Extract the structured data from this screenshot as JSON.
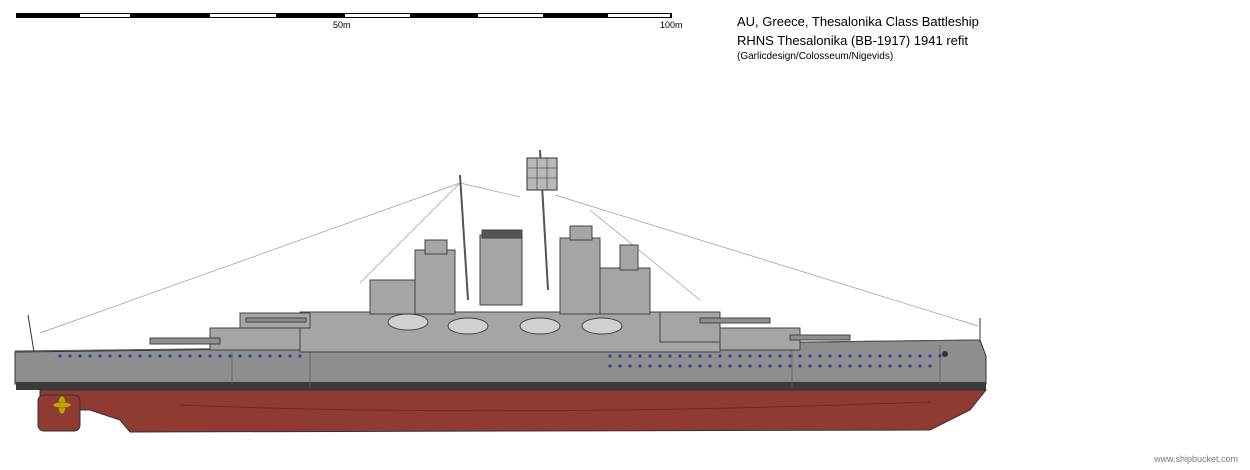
{
  "title": {
    "line1": "AU, Greece, Thesalonika Class Battleship",
    "line2": "RHNS Thesalonika (BB-1917) 1941 refit",
    "line3": "(Garlicdesign/Colosseum/Nigevids)"
  },
  "scale": {
    "mid_label": "50m",
    "end_label": "100m"
  },
  "watermark": "www.shipbucket.com",
  "colors": {
    "hull_grey": "#8e8e8e",
    "superstructure_grey": "#a5a5a5",
    "boot_topping": "#3a3a3a",
    "antifouling_red": "#8f3a33",
    "porthole_blue": "#2d3fa0",
    "propeller_gold": "#c8a200"
  }
}
